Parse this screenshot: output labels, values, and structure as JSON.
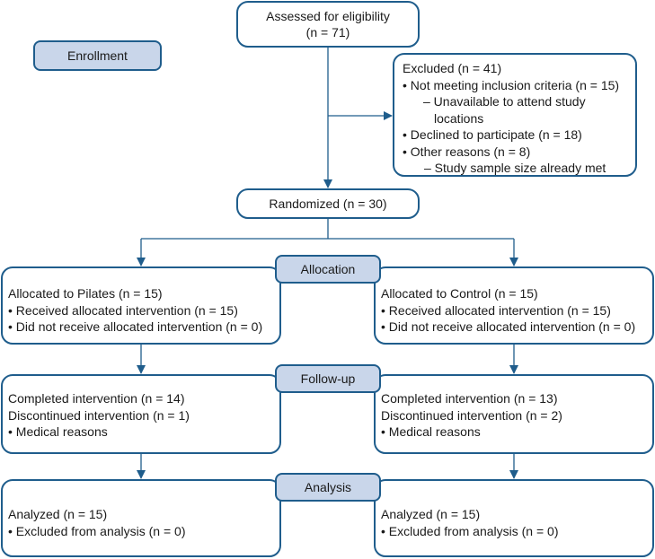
{
  "phases": {
    "enrollment": "Enrollment",
    "allocation": "Allocation",
    "followup": "Follow-up",
    "analysis": "Analysis"
  },
  "eligibility": {
    "line1": "Assessed for eligibility",
    "line2": "(n = 71)"
  },
  "excluded": {
    "title": "Excluded (n = 41)",
    "item1": "• Not meeting inclusion criteria (n = 15)",
    "item1_sub": "– Unavailable to attend study locations",
    "item2": "• Declined to participate (n = 18)",
    "item3": "• Other reasons (n = 8)",
    "item3_sub": "– Study sample size already met"
  },
  "randomized": "Randomized (n = 30)",
  "pilates": {
    "allocation": {
      "line1": "Allocated to Pilates (n = 15)",
      "line2": "• Received allocated intervention (n = 15)",
      "line3": "• Did not receive allocated intervention (n = 0)"
    },
    "followup": {
      "line1": "Completed intervention (n = 14)",
      "line2": "Discontinued intervention (n = 1)",
      "line3": "• Medical reasons"
    },
    "analysis": {
      "line1": "Analyzed (n = 15)",
      "line2": "• Excluded from analysis (n = 0)"
    }
  },
  "control": {
    "allocation": {
      "line1": "Allocated to Control (n = 15)",
      "line2": "• Received allocated intervention (n = 15)",
      "line3": "• Did not receive allocated intervention (n = 0)"
    },
    "followup": {
      "line1": "Completed intervention (n = 13)",
      "line2": "Discontinued intervention (n = 2)",
      "line3": "• Medical reasons"
    },
    "analysis": {
      "line1": "Analyzed (n = 15)",
      "line2": "• Excluded from analysis (n = 0)"
    }
  },
  "colors": {
    "border": "#1f5d8c",
    "phase_fill": "#c9d6ea"
  }
}
